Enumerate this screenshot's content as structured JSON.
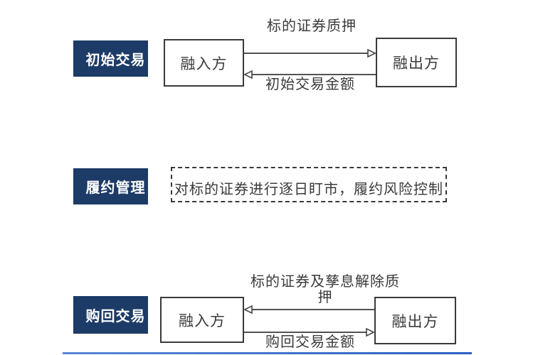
{
  "colors": {
    "stage_label_bg": "#1d3b67",
    "stage_label_text": "#ffffff",
    "line_color": "#3a3a3a",
    "bottom_accent_line": "#2b5fc7"
  },
  "sections": [
    {
      "id": "initial-transaction",
      "label": "初始交易",
      "left_box": "融入方",
      "right_box": "融出方",
      "top_arrow": {
        "direction": "right",
        "label": "标的证券质押"
      },
      "bottom_arrow": {
        "direction": "left",
        "label": "初始交易金额"
      }
    },
    {
      "id": "performance-management",
      "label": "履约管理",
      "dashed_box": "对标的证券进行逐日盯市，履约风险控制"
    },
    {
      "id": "repurchase-transaction",
      "label": "购回交易",
      "left_box": "融入方",
      "right_box": "融出方",
      "top_arrow": {
        "direction": "left",
        "label": "标的证券及孳息解除质\n押"
      },
      "bottom_arrow": {
        "direction": "right",
        "label": "购回交易金额"
      }
    }
  ]
}
